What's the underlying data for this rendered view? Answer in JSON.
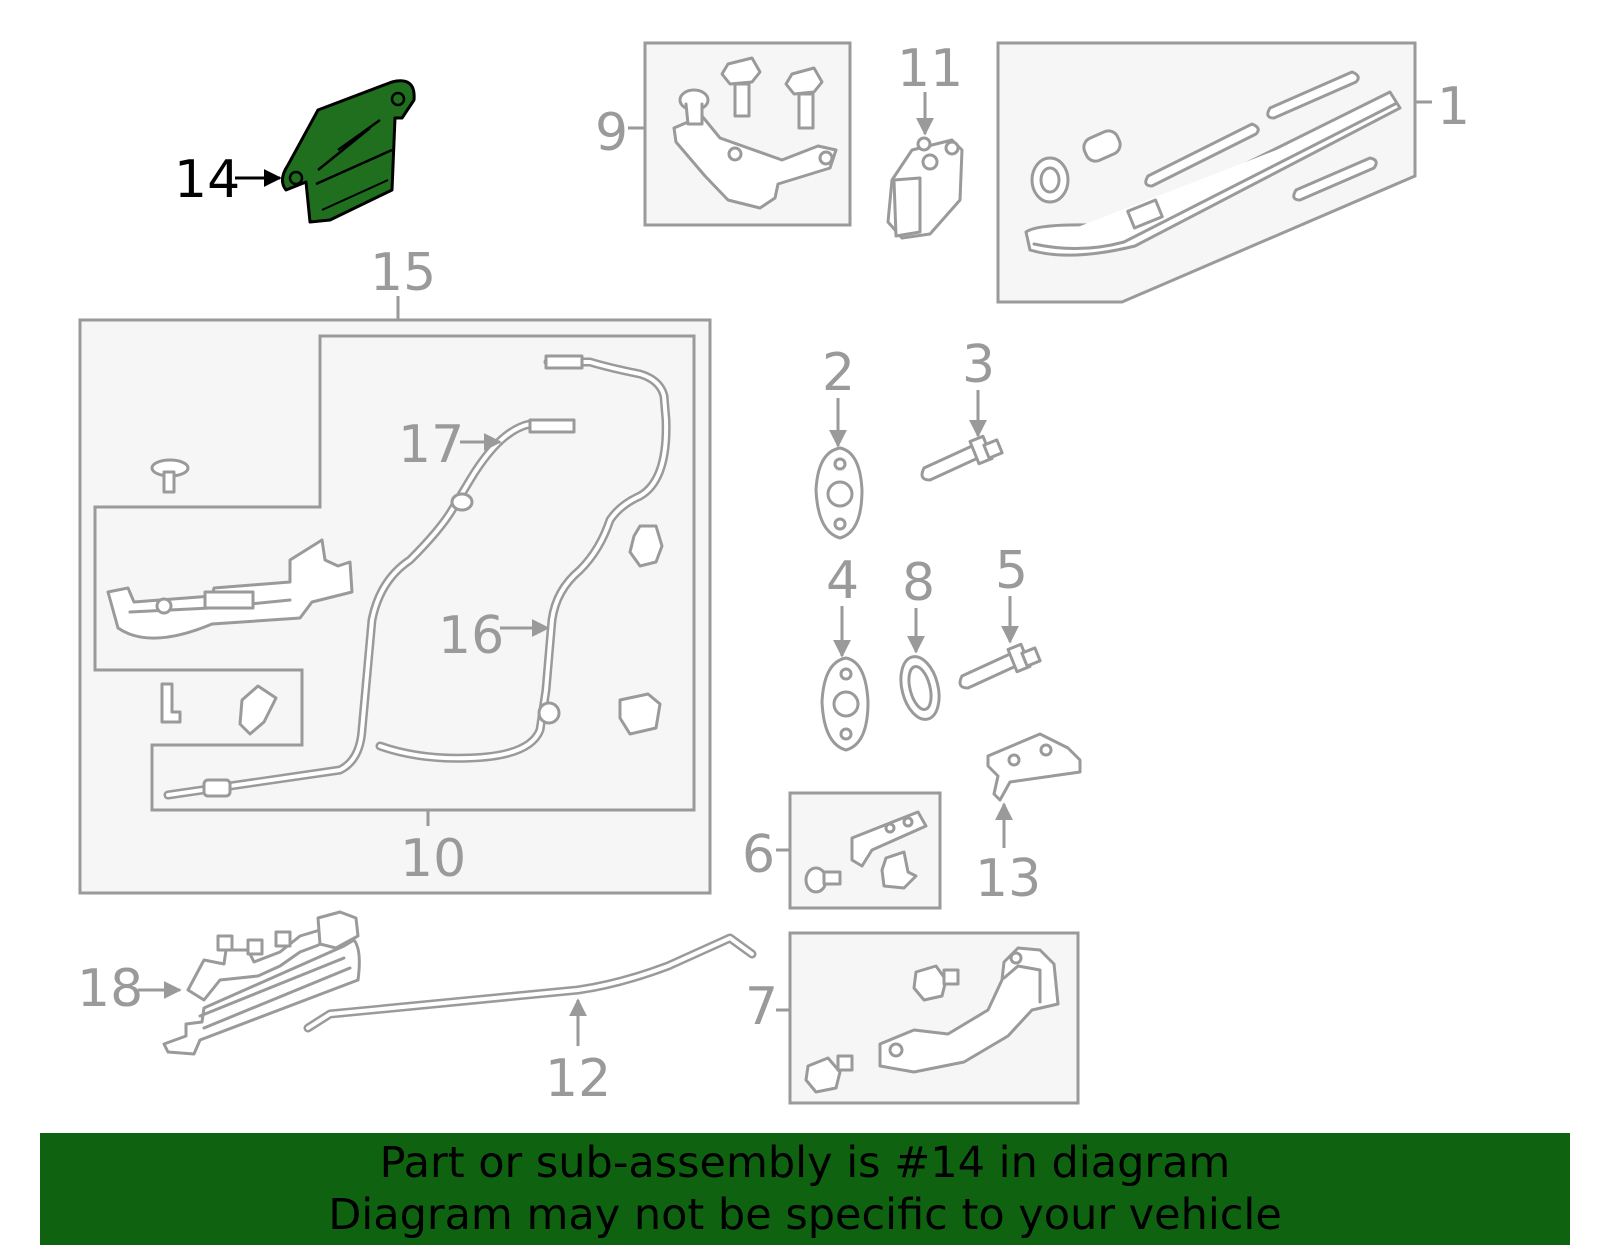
{
  "colors": {
    "highlight_part": "#1f6f1f",
    "banner": "#0f620f",
    "line_art": "#9a9a9a",
    "callout_highlight": "#000000"
  },
  "callouts": {
    "c1": "1",
    "c2": "2",
    "c3": "3",
    "c4": "4",
    "c5": "5",
    "c6": "6",
    "c7": "7",
    "c8": "8",
    "c9": "9",
    "c10": "10",
    "c11": "11",
    "c12": "12",
    "c13": "13",
    "c14": "14",
    "c15": "15",
    "c16": "16",
    "c17": "17",
    "c18": "18"
  },
  "highlighted_callout": "14",
  "banner": {
    "line1": "Part or sub-assembly is #14 in diagram",
    "line2": "Diagram may not be specific to your vehicle"
  }
}
